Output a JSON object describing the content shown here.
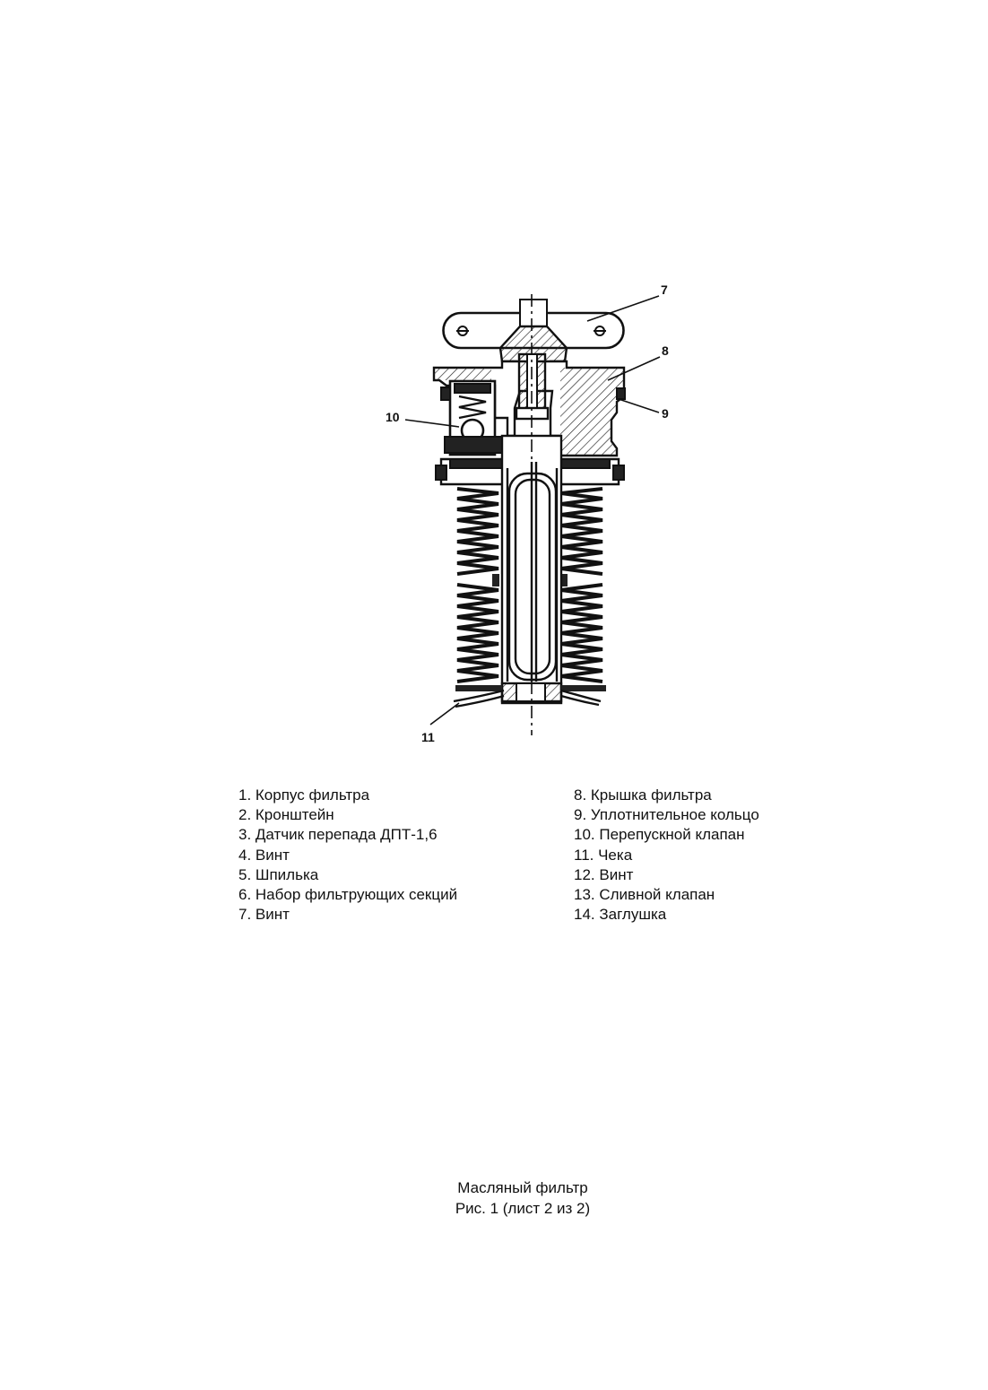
{
  "callouts": {
    "c7": "7",
    "c8": "8",
    "c9": "9",
    "c10": "10",
    "c11": "11"
  },
  "legend": {
    "left": [
      "1. Корпус фильтра",
      "2. Кронштейн",
      "3. Датчик перепада ДПТ-1,6",
      "4. Винт",
      "5. Шпилька",
      "6. Набор фильтрующих секций",
      "7. Винт"
    ],
    "right": [
      "8. Крышка фильтра",
      "9. Уплотнительное кольцо",
      "10. Перепускной клапан",
      "11. Чека",
      "12. Винт",
      "13. Сливной клапан",
      "14. Заглушка"
    ]
  },
  "caption": {
    "title": "Масляный фильтр",
    "figure": "Рис. 1 (лист 2 из 2)"
  }
}
